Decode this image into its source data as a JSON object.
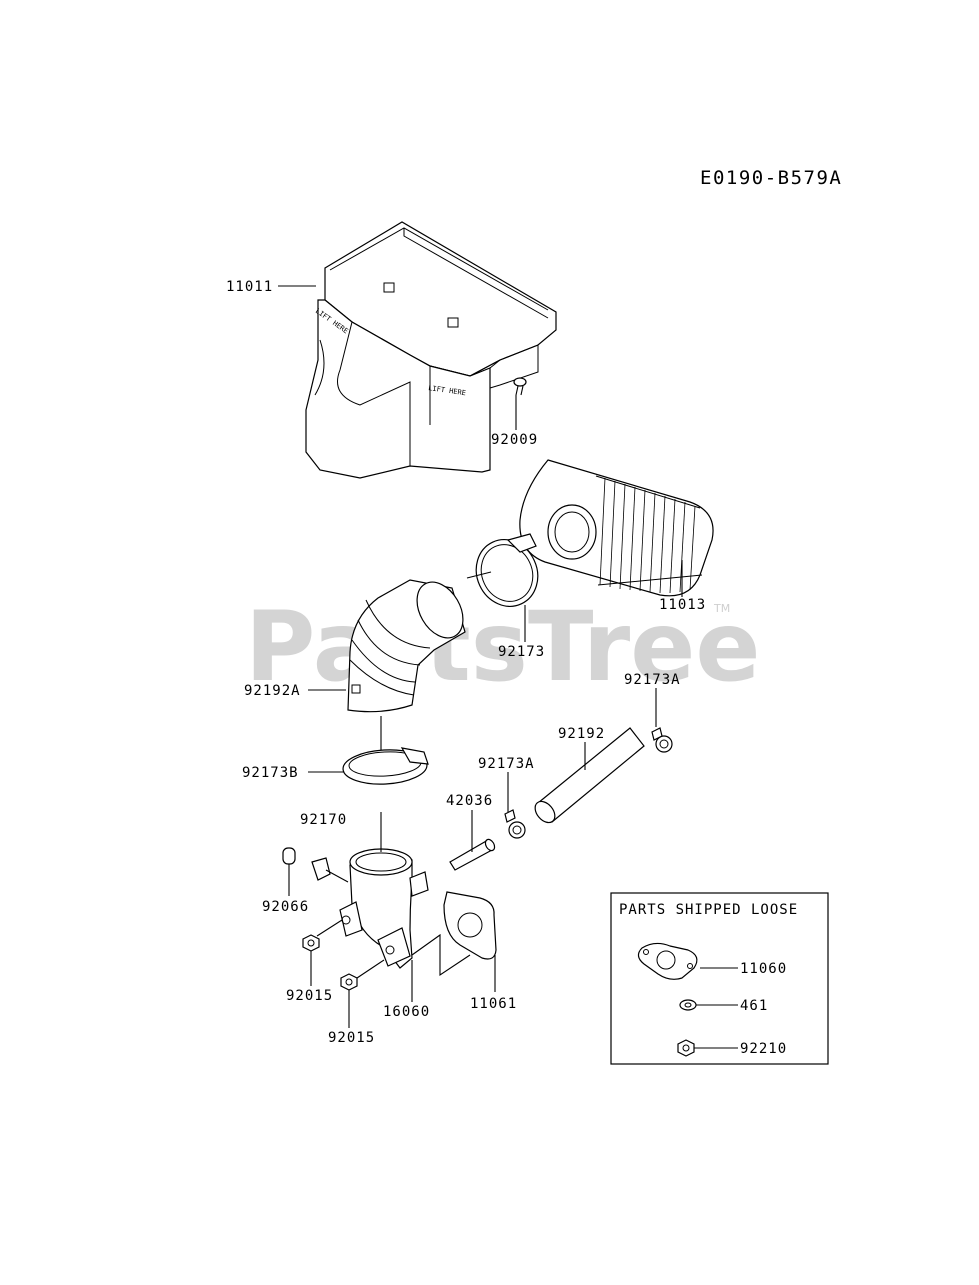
{
  "diagram_code": "E0190-B579A",
  "watermark": "PartsTree",
  "watermark_tm": "TM",
  "housing_print": "LIFT HERE",
  "parts": [
    {
      "id": "11011"
    },
    {
      "id": "92009"
    },
    {
      "id": "11013"
    },
    {
      "id": "92173"
    },
    {
      "id": "92192A"
    },
    {
      "id": "92173A_upper",
      "label": "92173A"
    },
    {
      "id": "92192"
    },
    {
      "id": "92173B"
    },
    {
      "id": "92173A_lower",
      "label": "92173A"
    },
    {
      "id": "42036"
    },
    {
      "id": "92170"
    },
    {
      "id": "92066"
    },
    {
      "id": "92015_upper",
      "label": "92015"
    },
    {
      "id": "92015_lower",
      "label": "92015"
    },
    {
      "id": "16060"
    },
    {
      "id": "11061"
    }
  ],
  "loose_box": {
    "title": "PARTS SHIPPED LOOSE",
    "items": [
      "11060",
      "461",
      "92210"
    ]
  }
}
